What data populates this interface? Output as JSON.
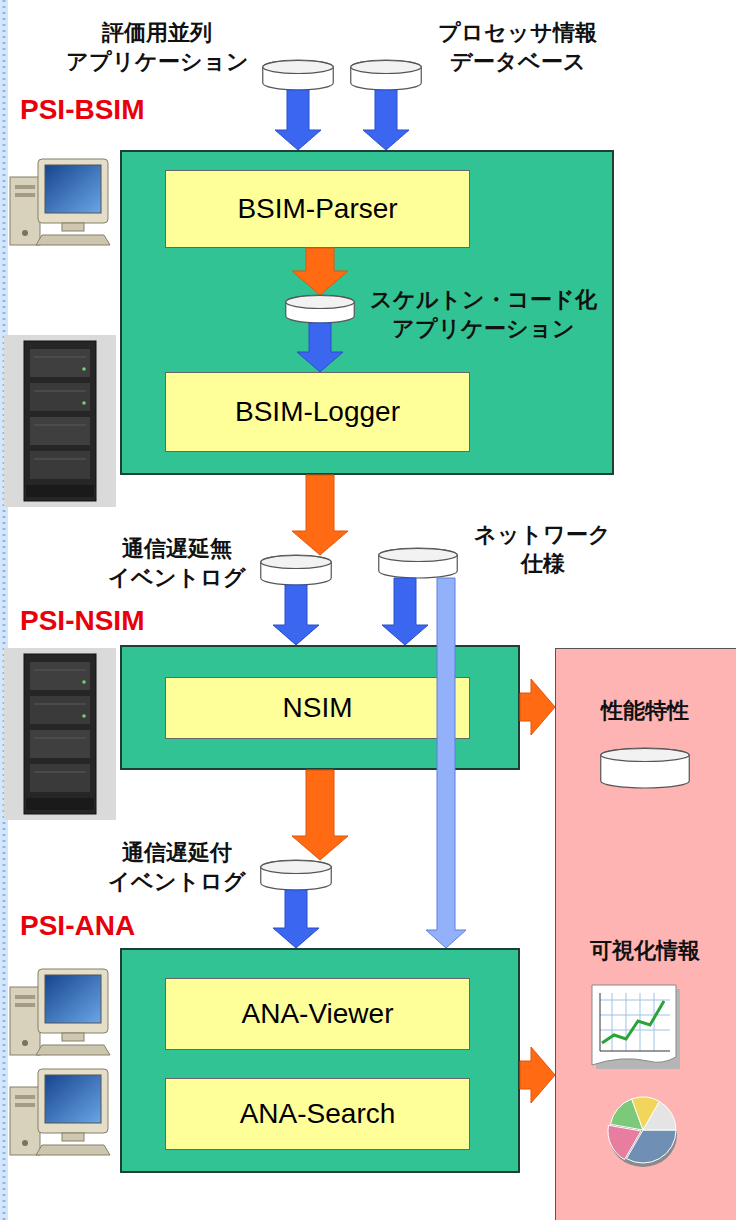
{
  "diagram": {
    "nodes": [
      {
        "text": [
          "評価用並列 アプリケーション"
        ]
      },
      {
        "text": [
          "プロセッサ情報 データベース"
        ]
      },
      {
        "text": [
          "PSI-BSIM"
        ]
      },
      {
        "text": [
          "BSIM-Parser"
        ],
        "in": 2
      },
      {
        "text": [
          "スケルトン・コード化 アプリケーション"
        ],
        "in": 2
      },
      {
        "text": [
          "BSIM-Logger"
        ],
        "in": 2
      },
      {
        "text": [
          "通信遅延無 イベントログ"
        ]
      },
      {
        "text": [
          "ネットワーク 仕様"
        ]
      },
      {
        "text": [
          "PSI-NSIM"
        ]
      },
      {
        "text": [
          "NSIM"
        ],
        "in": 8
      },
      {
        "text": []
      },
      {
        "text": [
          "性能特性"
        ],
        "in": 10
      },
      {
        "text": [
          "可視化情報"
        ],
        "in": 10
      },
      {
        "text": [
          "通信遅延付 イベントログ"
        ]
      },
      {
        "text": [
          "PSI-ANA"
        ]
      },
      {
        "text": [
          "ANA-Viewer"
        ],
        "in": 14
      },
      {
        "text": [
          "ANA-Search"
        ],
        "in": 14
      }
    ],
    "edges": [
      {
        "from": 0,
        "to": 2,
        "arrow": "to"
      },
      {
        "from": 1,
        "to": 2,
        "arrow": "to"
      },
      {
        "from": 3,
        "to": 4,
        "arrow": "to"
      },
      {
        "from": 4,
        "to": 5,
        "arrow": "to"
      },
      {
        "from": 2,
        "to": 6,
        "arrow": "to"
      },
      {
        "from": 6,
        "to": 8,
        "arrow": "to"
      },
      {
        "from": 7,
        "to": 8,
        "arrow": "to"
      },
      {
        "from": 7,
        "to": 14,
        "arrow": "to"
      },
      {
        "from": 8,
        "to": 10,
        "arrow": "to"
      },
      {
        "from": 8,
        "to": 13,
        "arrow": "to"
      },
      {
        "from": 13,
        "to": 14,
        "arrow": "to"
      },
      {
        "from": 14,
        "to": 10,
        "arrow": "to"
      }
    ]
  }
}
